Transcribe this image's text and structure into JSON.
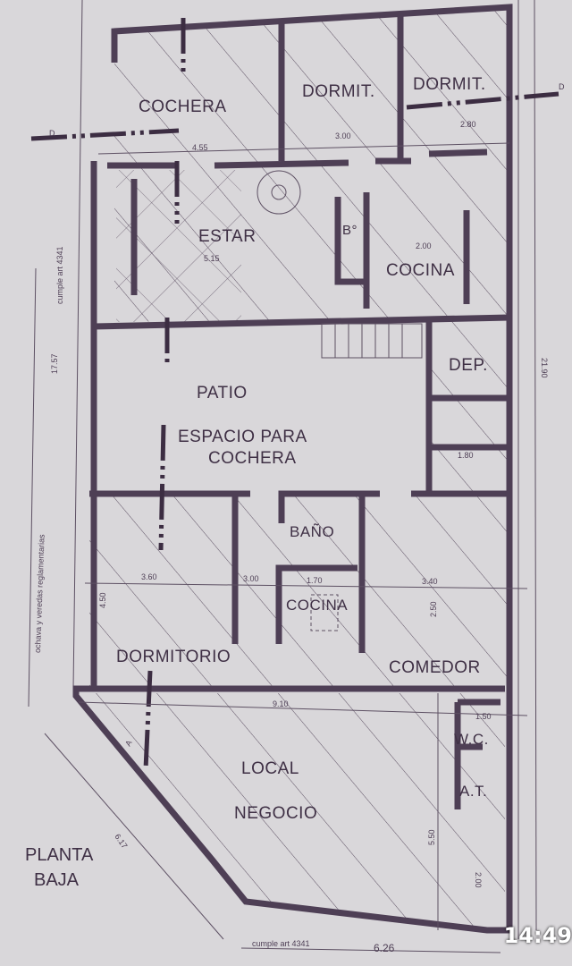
{
  "plan": {
    "title_line1": "PLANTA",
    "title_line2": "BAJA",
    "rooms": {
      "cochera": "COCHERA",
      "dormit1": "DORMIT.",
      "dormit2": "DORMIT.",
      "estar": "ESTAR",
      "bano_upper": "B°",
      "cocina_upper": "COCINA",
      "dep": "DEP.",
      "patio": "PATIO",
      "espacio1": "ESPACIO PARA",
      "espacio2": "COCHERA",
      "bano": "BAÑO",
      "cocina": "COCINA",
      "dormitorio": "DORMITORIO",
      "comedor": "COMEDOR",
      "local": "LOCAL",
      "negocio": "NEGOCIO",
      "wc": "W.C.",
      "at": "A.T."
    },
    "dimensions": {
      "d455": "4.55",
      "d300a": "3.00",
      "d280": "2.80",
      "d200a": "2.00",
      "d515": "5.15",
      "d1757": "17.57",
      "d2190": "21.90",
      "d180": "1.80",
      "d360": "3.60",
      "d300b": "3.00",
      "d170": "1.70",
      "d340": "3.40",
      "d450": "4.50",
      "d250": "2.50",
      "d910": "9.10",
      "d150": "1.50",
      "d550": "5.50",
      "d617": "6.17",
      "d626": "6.26",
      "d200b": "2.00"
    },
    "notes": {
      "cumple_left": "cumple art 4341",
      "cumple_bottom": "cumple art 4341",
      "linea": "ochava y veredas reglamentarias",
      "section_d": "D",
      "section_a": "A"
    }
  },
  "status": {
    "time": "14:49"
  },
  "colors": {
    "paper": "#d9d7da",
    "ink": "#4e3f55"
  }
}
